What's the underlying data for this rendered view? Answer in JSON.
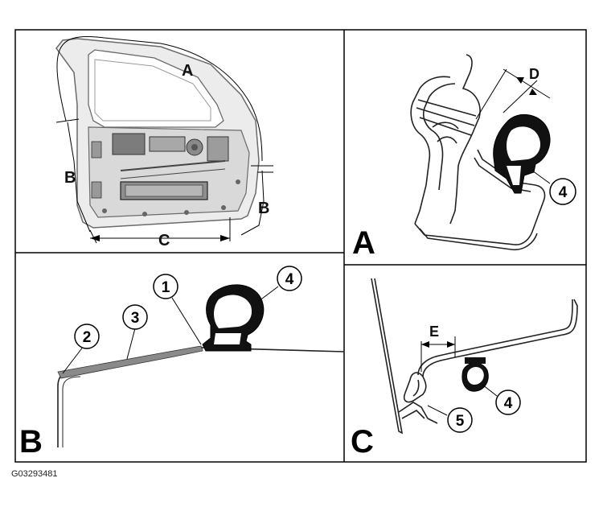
{
  "figure_id": "G03293481",
  "panels": {
    "main": {
      "dims": [
        "A",
        "B",
        "B",
        "C"
      ]
    },
    "detail_a": {
      "letter": "A",
      "dims": [
        "D"
      ],
      "callouts": [
        "4"
      ]
    },
    "detail_b": {
      "letter": "B",
      "callouts": [
        "1",
        "2",
        "3",
        "4"
      ]
    },
    "detail_c": {
      "letter": "C",
      "dims": [
        "E"
      ],
      "callouts": [
        "4",
        "5"
      ]
    }
  }
}
